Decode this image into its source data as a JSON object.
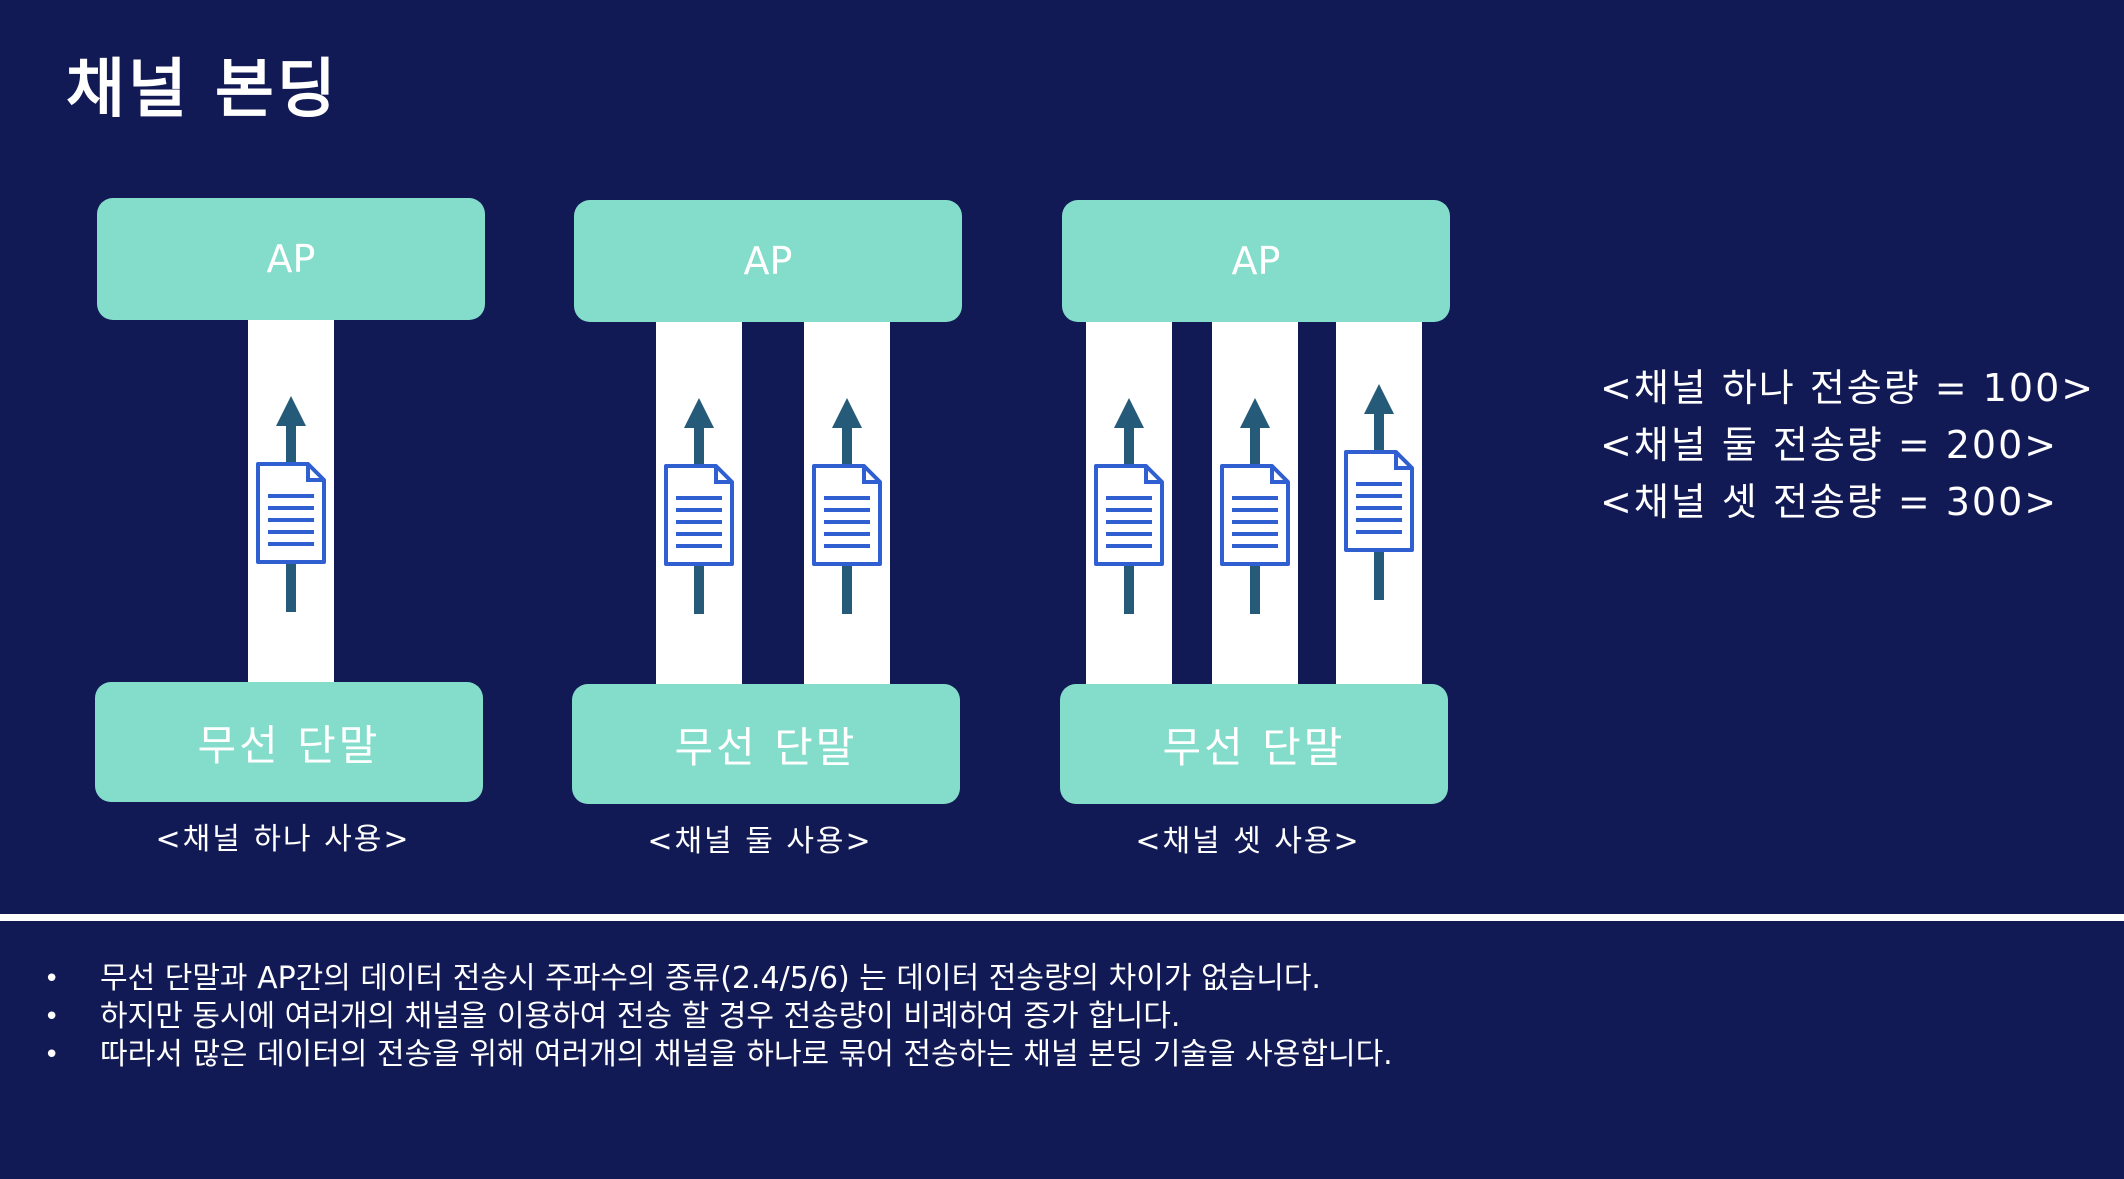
{
  "title": "채널 본딩",
  "diagrams": [
    {
      "ap_label": "AP",
      "terminal_label": "무선 단말",
      "caption": "<채널 하나 사용>",
      "channel_count": 1
    },
    {
      "ap_label": "AP",
      "terminal_label": "무선 단말",
      "caption": "<채널 둘 사용>",
      "channel_count": 2
    },
    {
      "ap_label": "AP",
      "terminal_label": "무선 단말",
      "caption": "<채널 셋 사용>",
      "channel_count": 3
    }
  ],
  "legend": [
    "<채널 하나 전송량 = 100>",
    "<채널 둘 전송량 = 200>",
    "<채널 셋 전송량 = 300>"
  ],
  "notes": [
    "무선 단말과 AP간의 데이터 전송시 주파수의 종류(2.4/5/6) 는 데이터 전송량의 차이가 없습니다.",
    "하지만 동시에 여러개의 채널을 이용하여 전송 할 경우 전송량이 비례하여 증가 합니다.",
    "따라서 많은 데이터의 전송을 위해 여러개의 채널을 하나로 묶어 전송하는 채널 본딩 기술을 사용합니다."
  ],
  "bullet_char": "•",
  "colors": {
    "background": "#121a55",
    "box": "#84dccb",
    "arrow": "#255a79",
    "document": "#2f5fd0"
  },
  "icons": {
    "arrow": "arrow-up-icon",
    "document": "document-icon"
  }
}
